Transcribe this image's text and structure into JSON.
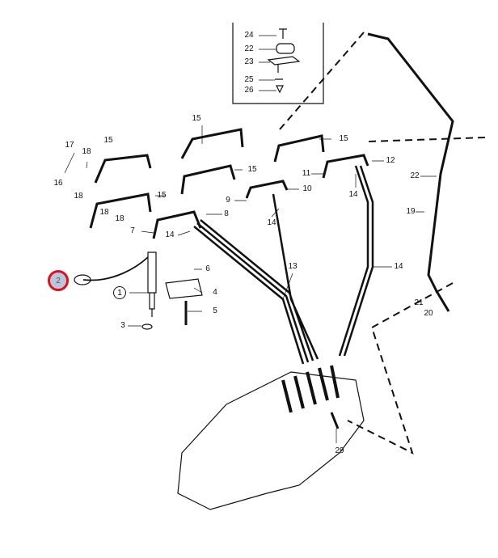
{
  "diagram": {
    "labels": [
      "24",
      "22",
      "23",
      "25",
      "26",
      "15",
      "15",
      "15",
      "15",
      "17",
      "18",
      "15",
      "16",
      "18",
      "18",
      "18",
      "14",
      "7",
      "8",
      "9",
      "10",
      "11",
      "12",
      "14",
      "14",
      "13",
      "14",
      "22",
      "19",
      "21",
      "20",
      "29",
      "6",
      "4",
      "5",
      "3"
    ],
    "circled_label": "1",
    "highlighted_label": "2",
    "highlight_color": "#e0101a"
  }
}
